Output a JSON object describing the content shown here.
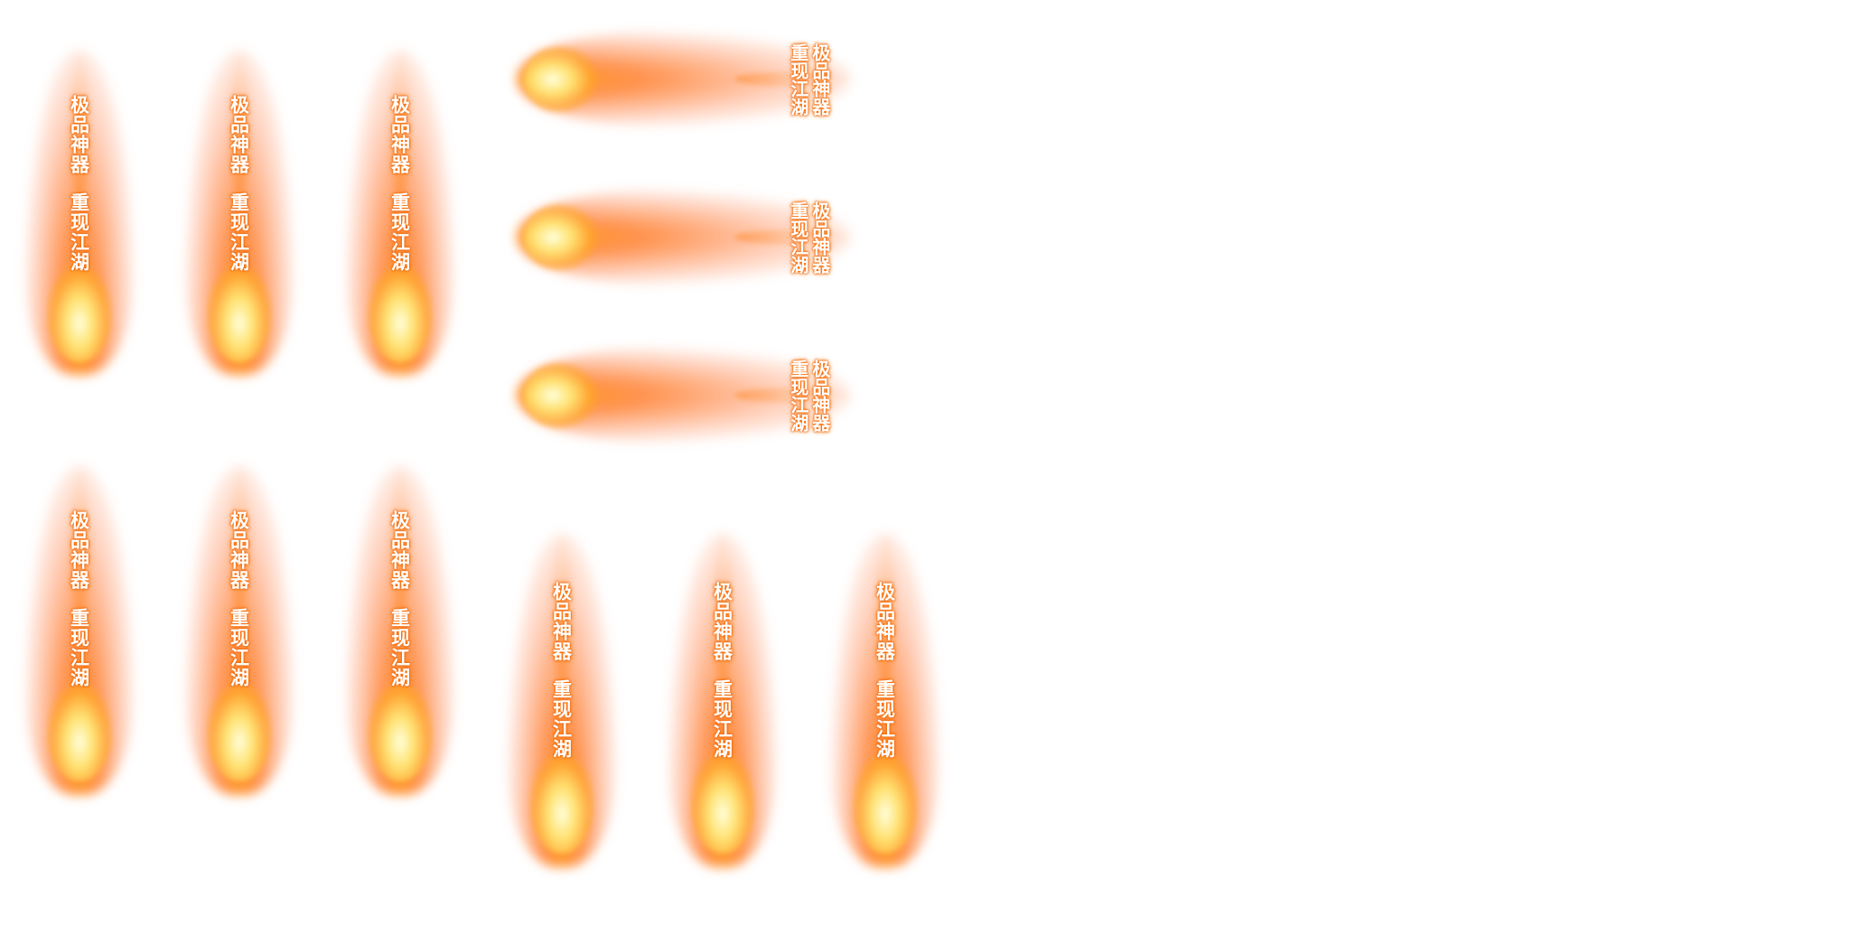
{
  "sprite_text": {
    "line1": "极品神器",
    "line2": "重现江湖"
  },
  "colors": {
    "background": "#ffffff",
    "flame_core": "#fff6c8",
    "flame_mid": "#ff9a1a",
    "flame_outer": "#ff6a00",
    "text": "#ffffff"
  },
  "frames": {
    "vertical_count": 9,
    "horizontal_count": 3
  }
}
